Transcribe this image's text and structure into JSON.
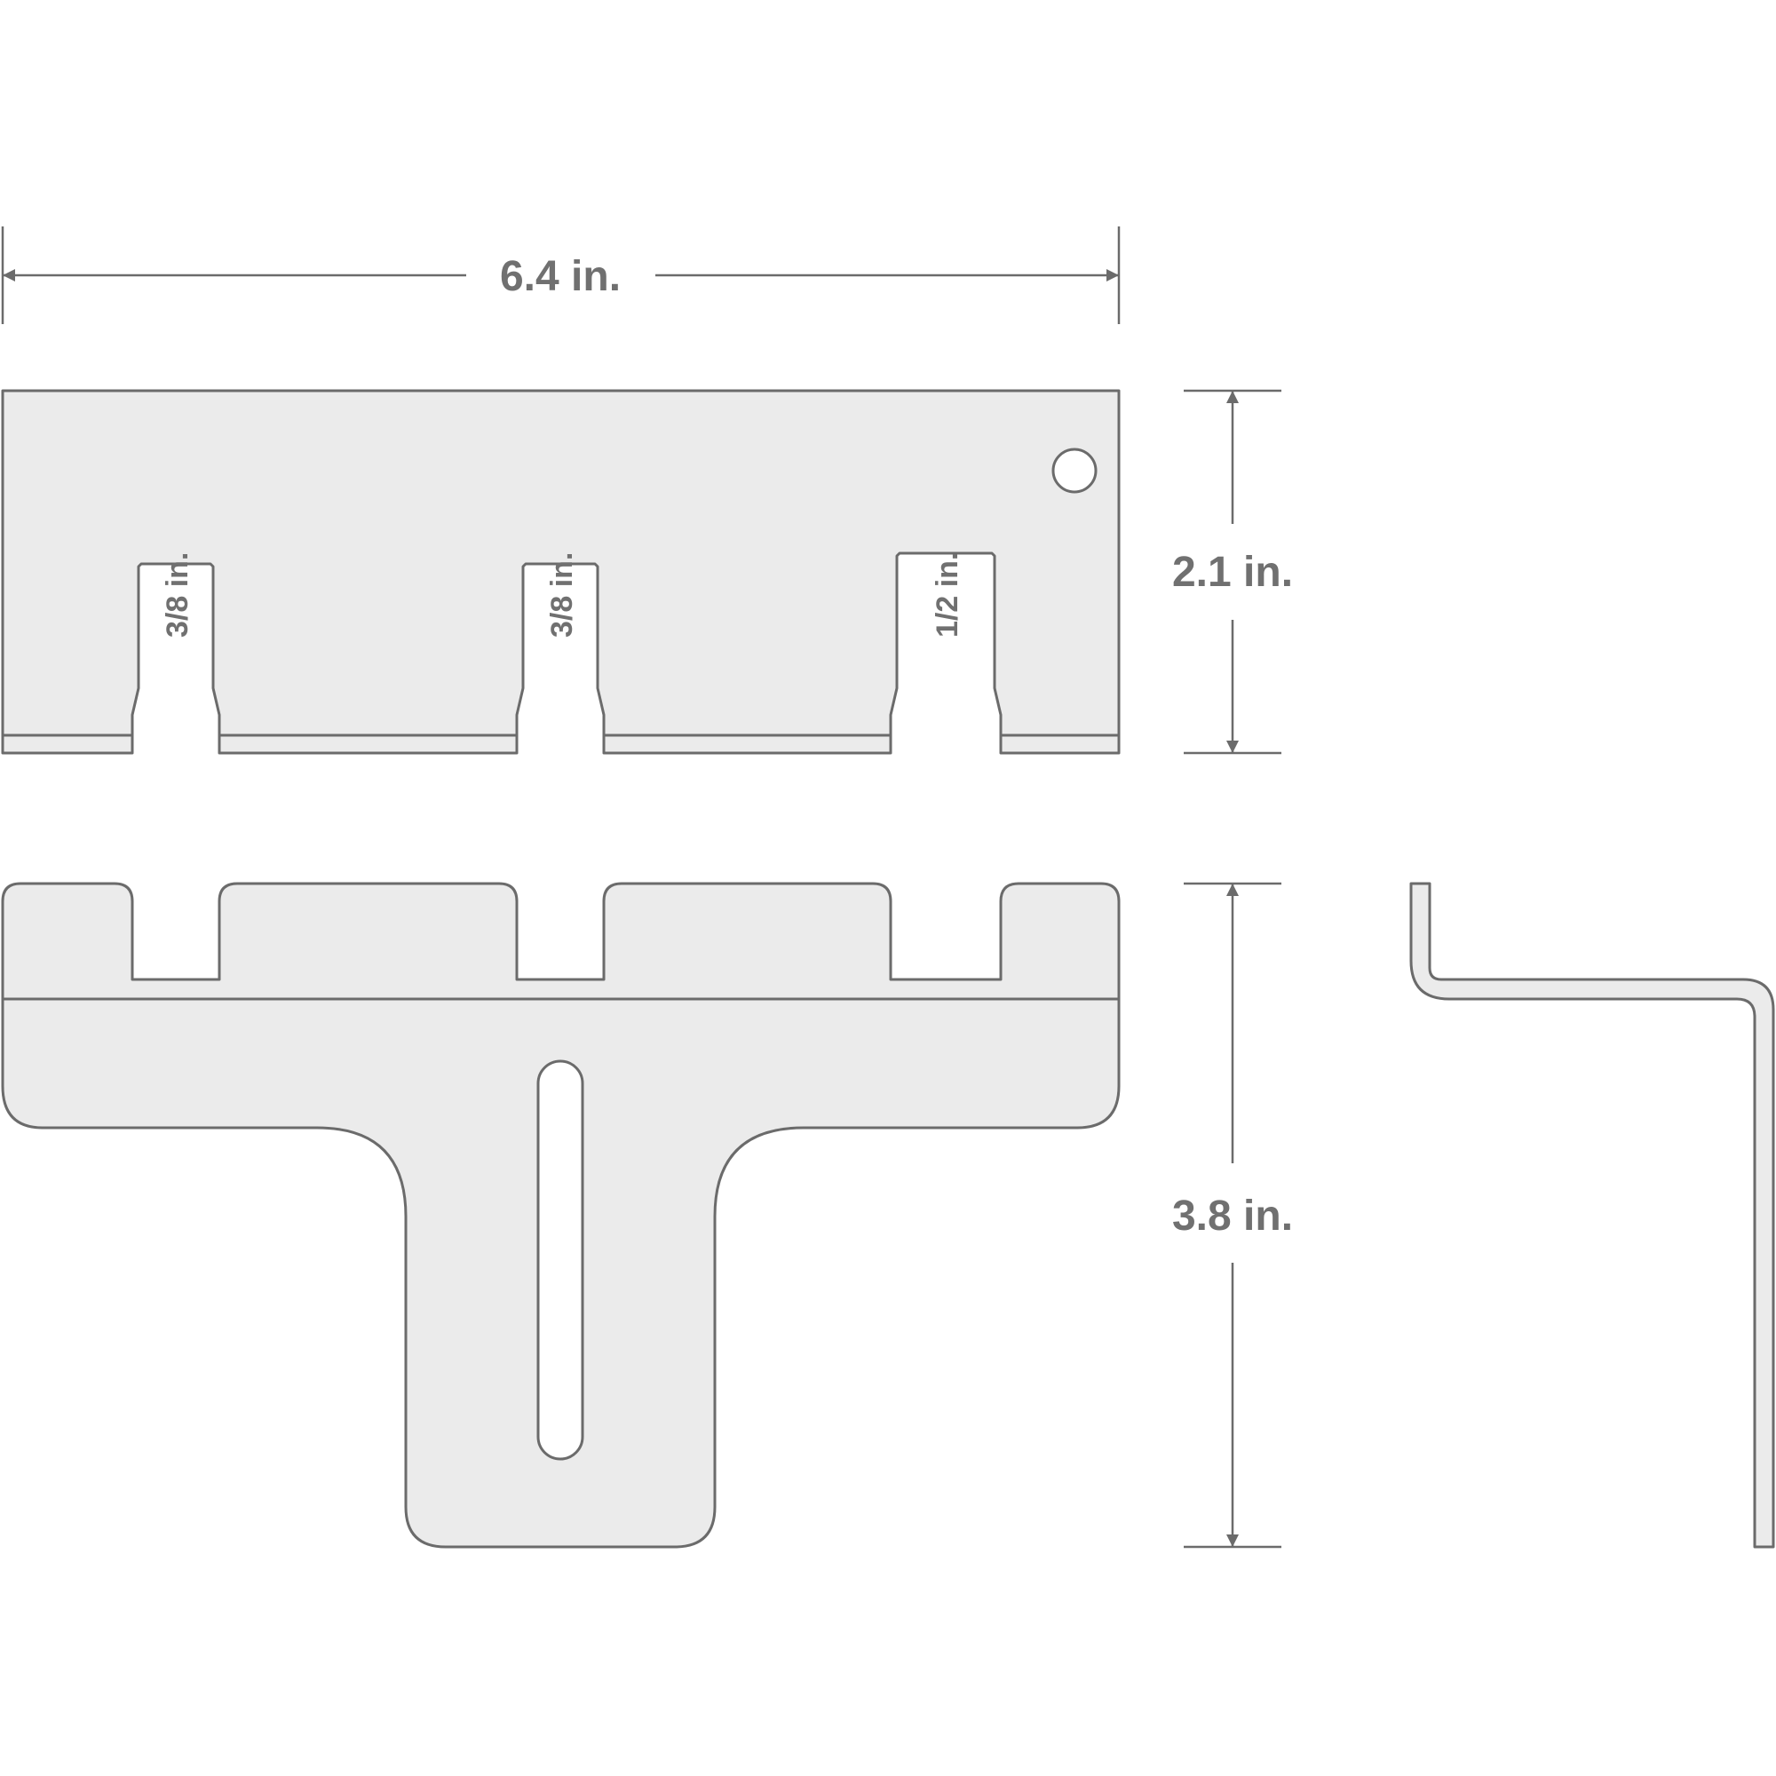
{
  "dimensions": {
    "width_label": "6.4 in.",
    "front_height_label": "2.1 in.",
    "top_height_label": "3.8 in."
  },
  "slots": [
    {
      "label": "3/8 in."
    },
    {
      "label": "3/8 in."
    },
    {
      "label": "1/2 in."
    }
  ],
  "colors": {
    "line": "#6b6b6b",
    "fill": "#ebebeb",
    "text": "#707070"
  }
}
